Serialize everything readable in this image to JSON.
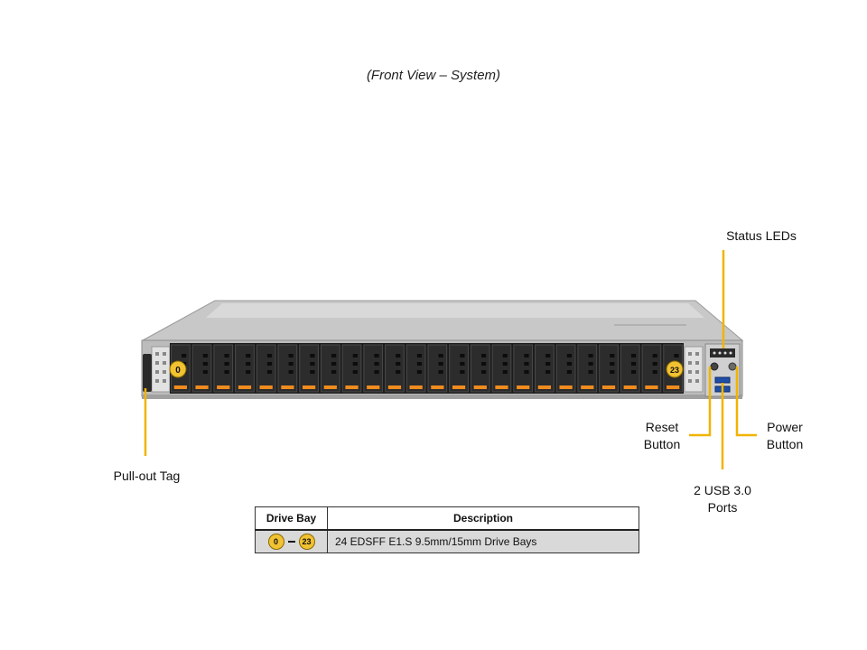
{
  "caption": "(Front View – System)",
  "callouts": {
    "status_leds": "Status LEDs",
    "reset_button": [
      "Reset",
      "Button"
    ],
    "power_button": [
      "Power",
      "Button"
    ],
    "usb_ports": [
      "2 USB 3.0",
      "Ports"
    ],
    "pull_out_tag": "Pull-out Tag"
  },
  "bay_badges": {
    "first": "0",
    "last": "23"
  },
  "drive_bay_count": 24,
  "table": {
    "headers": [
      "Drive Bay",
      "Description"
    ],
    "rows": [
      {
        "bay_from": "0",
        "bay_to": "23",
        "description": "24 EDSFF E1.S 9.5mm/15mm Drive Bays"
      }
    ]
  },
  "colors": {
    "callout_line": "#f0b400",
    "badge": "#f1c232",
    "drive_tab": "#f08c1e",
    "chassis": "#bfbfbf"
  }
}
